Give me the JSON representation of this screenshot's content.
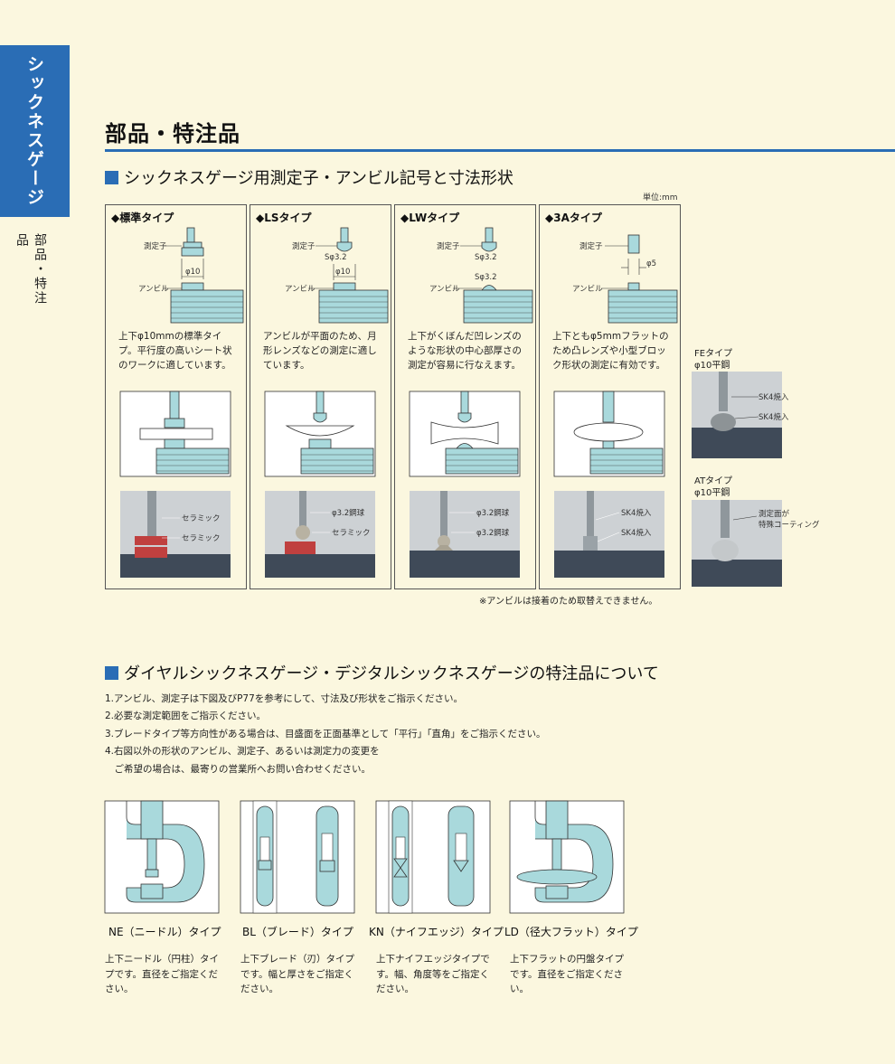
{
  "side": {
    "tab": "シックネスゲージ",
    "sub": "部品・特注品"
  },
  "title": "部品・特注品",
  "section1": {
    "heading": "シックネスゲージ用測定子・アンビル記号と寸法形状",
    "unit": "単位:mm"
  },
  "panels": [
    {
      "title": "◆標準タイプ",
      "labels": {
        "probe": "測定子",
        "anvil": "アンビル",
        "dim": "φ10"
      },
      "desc": "上下φ10mmの標準タイプ。平行度の高いシート状のワークに適しています。",
      "photo": [
        "セラミック",
        "セラミック"
      ]
    },
    {
      "title": "◆LSタイプ",
      "labels": {
        "probe": "測定子",
        "anvil": "アンビル",
        "dim1": "Sφ3.2",
        "dim2": "φ10"
      },
      "desc": "アンビルが平面のため、月形レンズなどの測定に適しています。",
      "photo": [
        "φ3.2鋼球",
        "セラミック"
      ]
    },
    {
      "title": "◆LWタイプ",
      "labels": {
        "probe": "測定子",
        "anvil": "アンビル",
        "dim1": "Sφ3.2",
        "dim2": "Sφ3.2"
      },
      "desc": "上下がくぼんだ凹レンズのような形状の中心部厚さの測定が容易に行なえます。",
      "photo": [
        "φ3.2鋼球",
        "φ3.2鋼球"
      ]
    },
    {
      "title": "◆3Aタイプ",
      "labels": {
        "probe": "測定子",
        "anvil": "アンビル",
        "dim": "φ5"
      },
      "desc": "上下ともφ5mmフラットのため凸レンズや小型ブロック形状の測定に有効です。",
      "photo": [
        "SK4焼入",
        "SK4焼入"
      ]
    }
  ],
  "note": "※アンビルは接着のため取替えできません。",
  "side_types": [
    {
      "cap1": "FEタイプ",
      "cap2": "φ10平鋼",
      "labels": [
        "SK4焼入",
        "SK4焼入"
      ]
    },
    {
      "cap1": "ATタイプ",
      "cap2": "φ10平鋼",
      "labels": [
        "測定面が",
        "特殊コーティング"
      ]
    }
  ],
  "section2": {
    "heading": "ダイヤルシックネスゲージ・デジタルシックネスゲージの特注品について"
  },
  "list": [
    "1.アンビル、測定子は下図及びP77を参考にして、寸法及び形状をご指示ください。",
    "2.必要な測定範囲をご指示ください。",
    "3.ブレードタイプ等方向性がある場合は、目盛面を正面基準として「平行」「直角」をご指示ください。",
    "4.右図以外の形状のアンビル、測定子、あるいは測定力の変更を",
    "　ご希望の場合は、最寄りの営業所へお問い合わせください。"
  ],
  "bottom": [
    {
      "cap": "NE（ニードル）タイプ",
      "desc": "上下ニードル（円柱）タイプです。直径をご指定ください。"
    },
    {
      "cap": "BL（ブレード）タイプ",
      "desc": "上下ブレード（刃）タイプです。幅と厚さをご指定ください。"
    },
    {
      "cap": "KN（ナイフエッジ）タイプ",
      "desc": "上下ナイフエッジタイプです。幅、角度等をご指定ください。"
    },
    {
      "cap": "LD（径大フラット）タイプ",
      "desc": "上下フラットの円盤タイプです。直径をご指定ください。"
    }
  ],
  "colors": {
    "accent": "#2a6db5",
    "background": "#fbf7df",
    "tip_fill": "#a9d9dc",
    "ceramic": "#c0403f"
  }
}
